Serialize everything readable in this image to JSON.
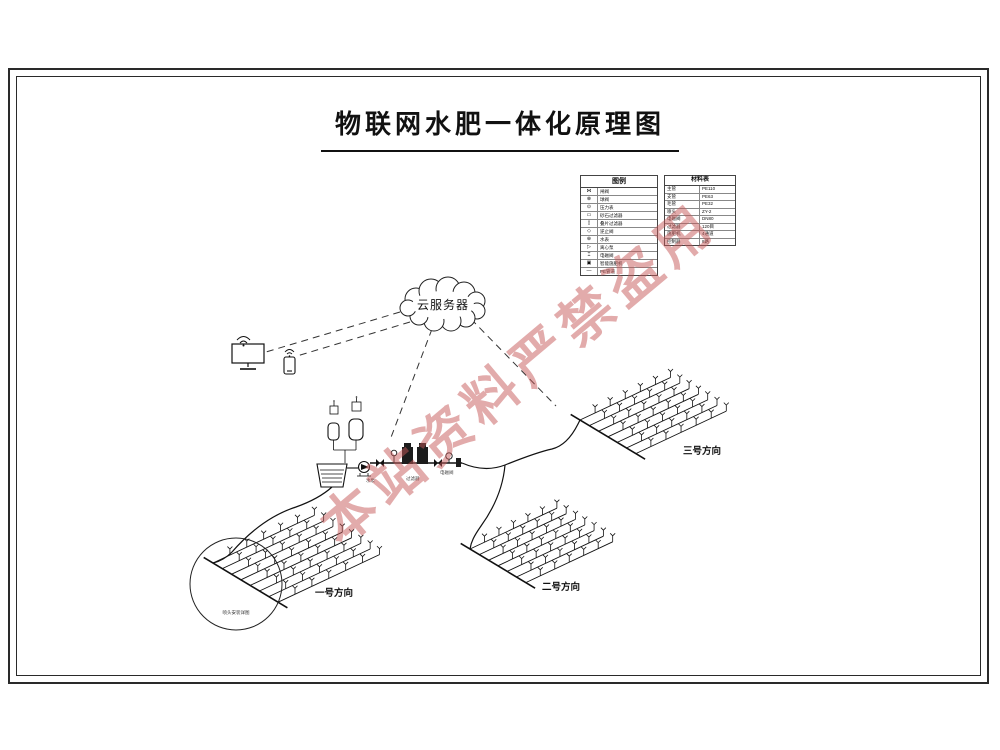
{
  "title": "物联网水肥一体化原理图",
  "watermark": "本站资料严禁盗用",
  "cloud": {
    "label": "云服务器"
  },
  "legend": {
    "title": "图例",
    "items": [
      {
        "sym": "⋈",
        "name": "闸阀"
      },
      {
        "sym": "⊗",
        "name": "球阀"
      },
      {
        "sym": "⊙",
        "name": "压力表"
      },
      {
        "sym": "▭",
        "name": "砂石过滤器"
      },
      {
        "sym": "▯",
        "name": "叠片过滤器"
      },
      {
        "sym": "◇",
        "name": "逆止阀"
      },
      {
        "sym": "⊕",
        "name": "水表"
      },
      {
        "sym": "▷",
        "name": "离心泵"
      },
      {
        "sym": "⌶",
        "name": "电磁阀"
      },
      {
        "sym": "▣",
        "name": "智能施肥机"
      },
      {
        "sym": "—",
        "name": "PE管道"
      }
    ]
  },
  "materials": {
    "title": "材料表",
    "items": [
      {
        "name": "主管",
        "spec": "PE110"
      },
      {
        "name": "支管",
        "spec": "PE63"
      },
      {
        "name": "毛管",
        "spec": "PE32"
      },
      {
        "name": "喷头",
        "spec": "ZY-2"
      },
      {
        "name": "电磁阀",
        "spec": "DN80"
      },
      {
        "name": "过滤器",
        "spec": "120目"
      },
      {
        "name": "施肥机",
        "spec": "4通道"
      },
      {
        "name": "控制器",
        "spec": "8路"
      }
    ]
  },
  "fields": [
    {
      "label": "一号方向"
    },
    {
      "label": "二号方向"
    },
    {
      "label": "三号方向"
    }
  ],
  "equipment": {
    "labels": [
      "水泵",
      "过滤器",
      "电磁阀"
    ]
  },
  "detail_note": "喷头安装详图"
}
